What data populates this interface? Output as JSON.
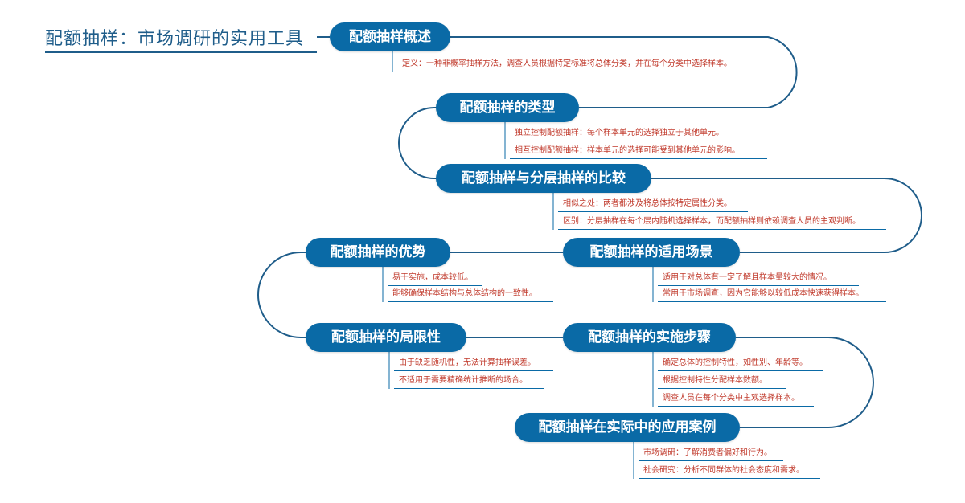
{
  "title": "配额抽样：市场调研的实用工具",
  "colors": {
    "node": "#0a6aa6",
    "connector": "#1f5d8a",
    "leaf_text": "#c0392b",
    "title": "#1f5d8a"
  },
  "branches": [
    {
      "label": "配额抽样概述",
      "leaves": [
        "定义：一种非概率抽样方法，调查人员根据特定标准将总体分类，并在每个分类中选择样本。"
      ]
    },
    {
      "label": "配额抽样的类型",
      "leaves": [
        "独立控制配额抽样：每个样本单元的选择独立于其他单元。",
        "相互控制配额抽样：样本单元的选择可能受到其他单元的影响。"
      ]
    },
    {
      "label": "配额抽样与分层抽样的比较",
      "leaves": [
        "相似之处：两者都涉及将总体按特定属性分类。",
        "区别：分层抽样在每个层内随机选择样本，而配额抽样则依赖调查人员的主观判断。"
      ]
    },
    {
      "label": "配额抽样的适用场景",
      "leaves": [
        "适用于对总体有一定了解且样本量较大的情况。",
        "常用于市场调查，因为它能够以较低成本快速获得样本。"
      ]
    },
    {
      "label": "配额抽样的优势",
      "leaves": [
        "易于实施，成本较低。",
        "能够确保样本结构与总体结构的一致性。"
      ]
    },
    {
      "label": "配额抽样的局限性",
      "leaves": [
        "由于缺乏随机性，无法计算抽样误差。",
        "不适用于需要精确统计推断的场合。"
      ]
    },
    {
      "label": "配额抽样的实施步骤",
      "leaves": [
        "确定总体的控制特性，如性别、年龄等。",
        "根据控制特性分配样本数额。",
        "调查人员在每个分类中主观选择样本。"
      ]
    },
    {
      "label": "配额抽样在实际中的应用案例",
      "leaves": [
        "市场调研：了解消费者偏好和行为。",
        "社会研究：分析不同群体的社会态度和需求。"
      ]
    }
  ]
}
